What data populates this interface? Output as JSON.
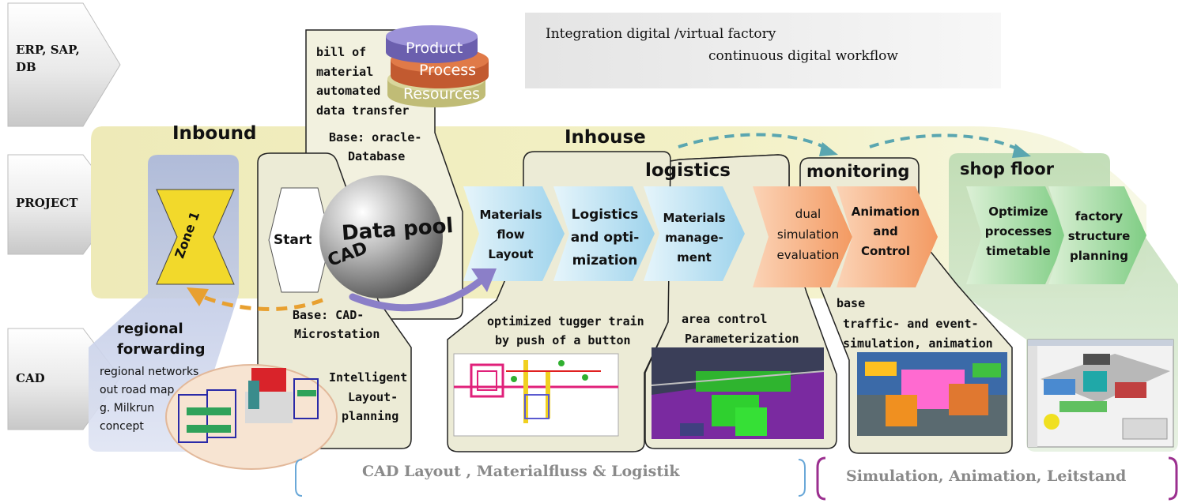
{
  "rows": {
    "erp": "ERP, SAP, DB",
    "project": "PROJECT",
    "cad": "CAD"
  },
  "integration": {
    "line1": "Integration digital /virtual factory",
    "line2": "continuous digital workflow"
  },
  "discs": {
    "product": "Product",
    "process": "Process",
    "resources": "Resources"
  },
  "bom": {
    "line1": "bill of",
    "line2": "material",
    "line3": "automated",
    "line4": "data transfer"
  },
  "oracle": {
    "line1": "Base: oracle-",
    "line2": "Database"
  },
  "headings": {
    "inbound": "Inbound",
    "inhouse": "Inhouse",
    "logistics": "logistics",
    "monitoring": "monitoring",
    "shop_floor": "shop floor"
  },
  "zone": "Zone 1",
  "start": "Start",
  "data_pool": "Data pool",
  "cad_ball": "CAD",
  "chevrons": {
    "materials_flow": {
      "l1": "Materials",
      "l2": "flow",
      "l3": "Layout"
    },
    "logistics_opt": {
      "l1": "Logistics",
      "l2": "and opti-",
      "l3": "mization"
    },
    "materials_mgmt": {
      "l1": "Materials",
      "l2": "manage-",
      "l3": "ment"
    },
    "dual_sim": {
      "l1": "dual",
      "l2": "simulation",
      "l3": "evaluation"
    },
    "animation": {
      "l1": "Animation",
      "l2": "and",
      "l3": "Control"
    },
    "optimize": {
      "l1": "Optimize",
      "l2": "processes",
      "l3": "timetable"
    },
    "factory": {
      "l1": "factory",
      "l2": "structure",
      "l3": "planning"
    }
  },
  "regional": {
    "title1": "regional",
    "title2": "forwarding",
    "l1": "regional networks",
    "l2": "out road map",
    "l3": "g. Milkrun",
    "l4": "concept"
  },
  "base_cad": {
    "l1": "Base: CAD-",
    "l2": "Microstation"
  },
  "intelligent": {
    "l1": "Intelligent",
    "l2": "Layout-",
    "l3": "planning"
  },
  "tugger": {
    "l1": "optimized tugger train",
    "l2": "by push of a button"
  },
  "area": {
    "l1": "area control",
    "l2": "Parameterization"
  },
  "traffic": {
    "l1": "base",
    "l2": "traffic- and event-",
    "l3": "simulation, animation"
  },
  "footer": {
    "left": "CAD Layout ,  Materialfluss & Logistik",
    "right": "Simulation, Animation, Leitstand"
  },
  "colors": {
    "band": "#f3f1c6",
    "chevron_blue": "#bfe3f3",
    "chevron_orange": "#f6ad7e",
    "chevron_green": "#a9dca5",
    "zone_yellow": "#f2d92b",
    "arrow_purple": "#8b7fc8",
    "arrow_orange": "#e8a030",
    "arrow_teal": "#5aa6b0",
    "bracket_blue": "#6aa8d8",
    "bracket_purple": "#9b2f8f"
  }
}
